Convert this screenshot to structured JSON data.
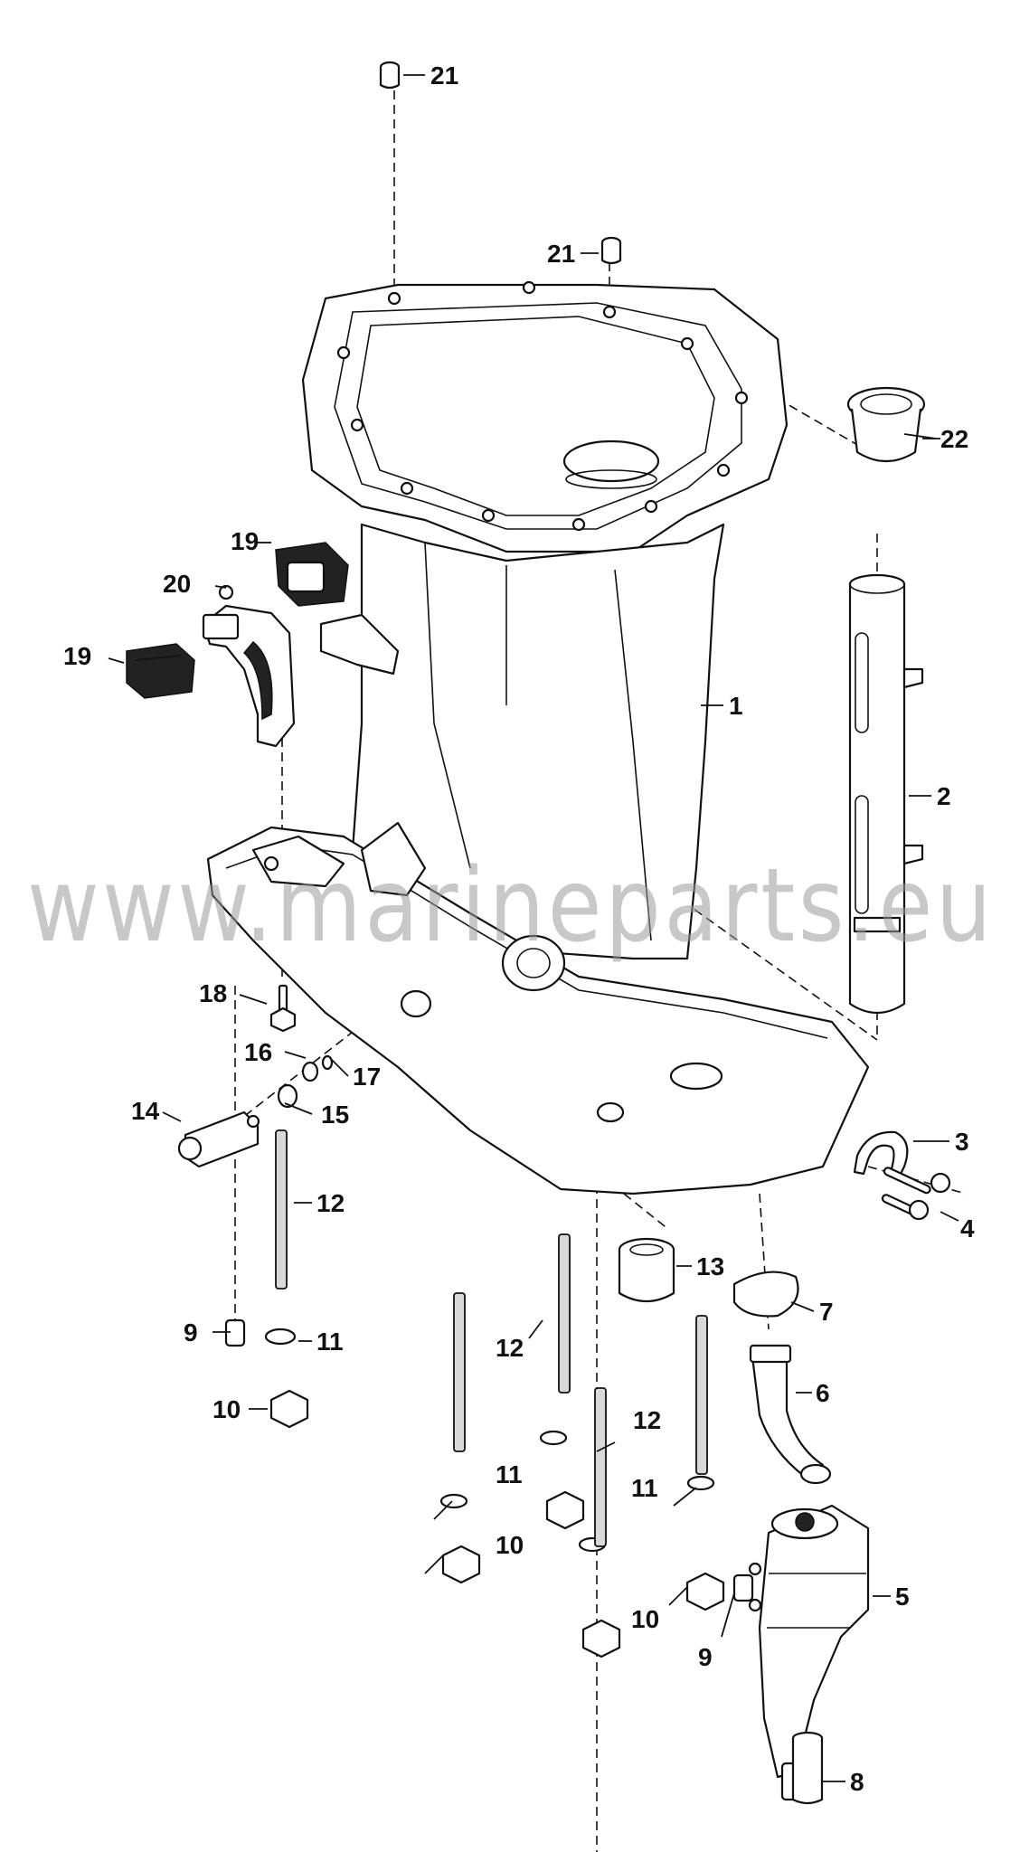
{
  "watermark": "www.marineparts.eu",
  "callouts": {
    "c1": "1",
    "c2": "2",
    "c3": "3",
    "c4": "4",
    "c5": "5",
    "c6": "6",
    "c7": "7",
    "c8": "8",
    "c9a": "9",
    "c9b": "9",
    "c10a": "10",
    "c10b": "10",
    "c10c": "10",
    "c11a": "11",
    "c11b": "11",
    "c11c": "11",
    "c12a": "12",
    "c12b": "12",
    "c12c": "12",
    "c13": "13",
    "c14": "14",
    "c15": "15",
    "c16": "16",
    "c17": "17",
    "c18": "18",
    "c19a": "19",
    "c19b": "19",
    "c20": "20",
    "c21a": "21",
    "c21b": "21",
    "c22": "22"
  }
}
